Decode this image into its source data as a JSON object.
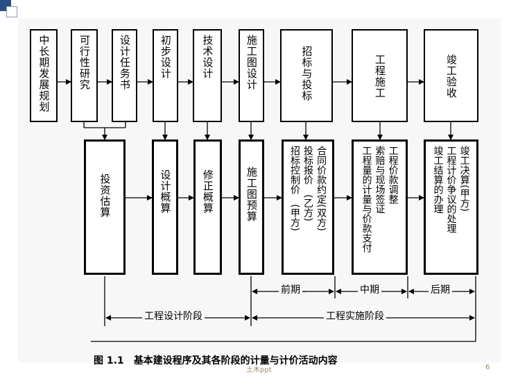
{
  "top_row": [
    {
      "id": "long_term_plan",
      "lines": [
        "中长期发展规划"
      ]
    },
    {
      "id": "feasibility",
      "lines": [
        "可行性研究"
      ]
    },
    {
      "id": "design_task",
      "lines": [
        "设计任务书"
      ]
    },
    {
      "id": "preliminary_design",
      "lines": [
        "初步设计"
      ]
    },
    {
      "id": "technical_design",
      "lines": [
        "技术设计"
      ]
    },
    {
      "id": "construction_drawing_design",
      "lines": [
        "施工图设计"
      ]
    },
    {
      "id": "bidding",
      "lines": [
        "招标与投标"
      ]
    },
    {
      "id": "construction",
      "lines": [
        "工程施工"
      ]
    },
    {
      "id": "acceptance",
      "lines": [
        "竣工验收"
      ]
    }
  ],
  "bottom_row": [
    {
      "id": "investment_estimate",
      "lines": [
        "投资估算"
      ]
    },
    {
      "id": "design_estimate",
      "lines": [
        "设计概算"
      ]
    },
    {
      "id": "revised_estimate",
      "lines": [
        "修正概算"
      ]
    },
    {
      "id": "construction_budget",
      "lines": [
        "施工图预算"
      ]
    },
    {
      "id": "bid_items",
      "lines": [
        "合同价款约定(双方)",
        "投标报价　(乙方)",
        "招标控制价　(甲方)"
      ]
    },
    {
      "id": "construction_items",
      "lines": [
        "工程价款调整",
        "索赔与现场签证",
        "工程量的计量与价款支付"
      ]
    },
    {
      "id": "acceptance_items",
      "lines": [
        "竣工决算(甲方)",
        "工程计价争议的处理",
        "竣工结算的办理"
      ]
    }
  ],
  "phase_labels": {
    "early": "前期",
    "middle": "中期",
    "late": "后期",
    "design_stage": "工程设计阶段",
    "implementation_stage": "工程实施阶段"
  },
  "caption": {
    "number": "图 1.1",
    "title": "基本建设程序及其各阶段的计量与计价活动内容"
  },
  "footer_text": "土木ppt",
  "page_number": "6",
  "colors": {
    "accent_bar": "#2b4f84",
    "square_border": "#8a9bb8",
    "line": "#000000"
  }
}
